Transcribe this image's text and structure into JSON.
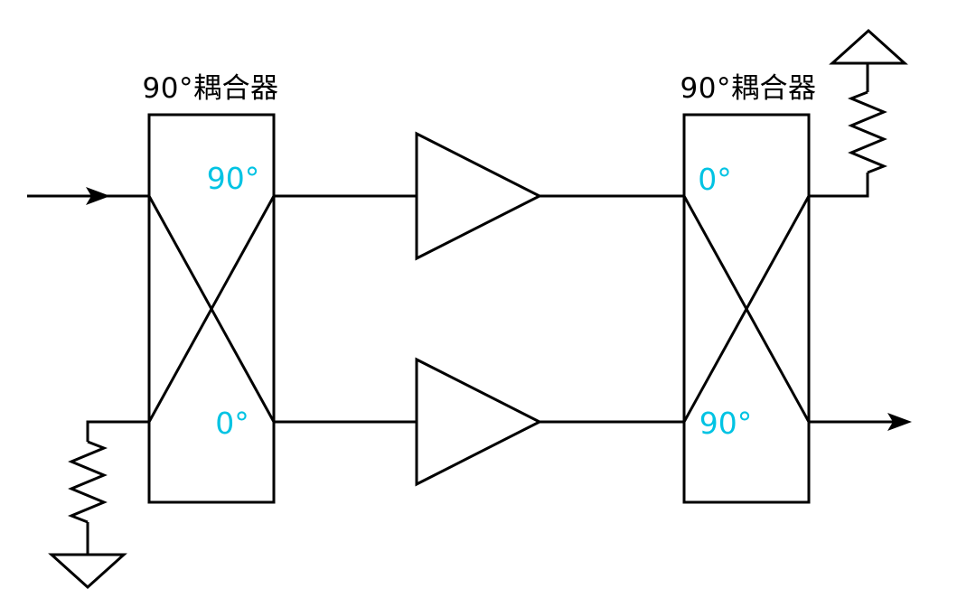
{
  "diagram": {
    "colors": {
      "line": "#000000",
      "accent": "#00c3e3",
      "background": "#ffffff"
    },
    "left_coupler": {
      "title": "90°耦合器",
      "ports": {
        "top": "90°",
        "bottom": "0°"
      }
    },
    "right_coupler": {
      "title": "90°耦合器",
      "ports": {
        "top": "0°",
        "bottom": "90°"
      }
    }
  }
}
